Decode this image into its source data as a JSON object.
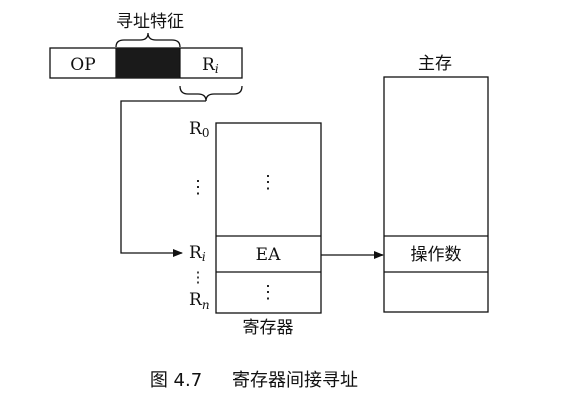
{
  "instruction": {
    "brace_label": "寻址特征",
    "op_label": "OP",
    "reg_label_base": "R",
    "reg_label_sub": "i"
  },
  "registers": {
    "r0_base": "R",
    "r0_sub": "0",
    "ri_base": "R",
    "ri_sub": "i",
    "rn_base": "R",
    "rn_sub": "n",
    "ellipsis": "⋮",
    "ea_label": "EA",
    "caption": "寄存器"
  },
  "memory": {
    "title": "主存",
    "operand_label": "操作数"
  },
  "figure": {
    "number": "图 4.7",
    "title": "寄存器间接寻址"
  },
  "colors": {
    "line": "#111111",
    "highlight": "#1a1a1a"
  }
}
